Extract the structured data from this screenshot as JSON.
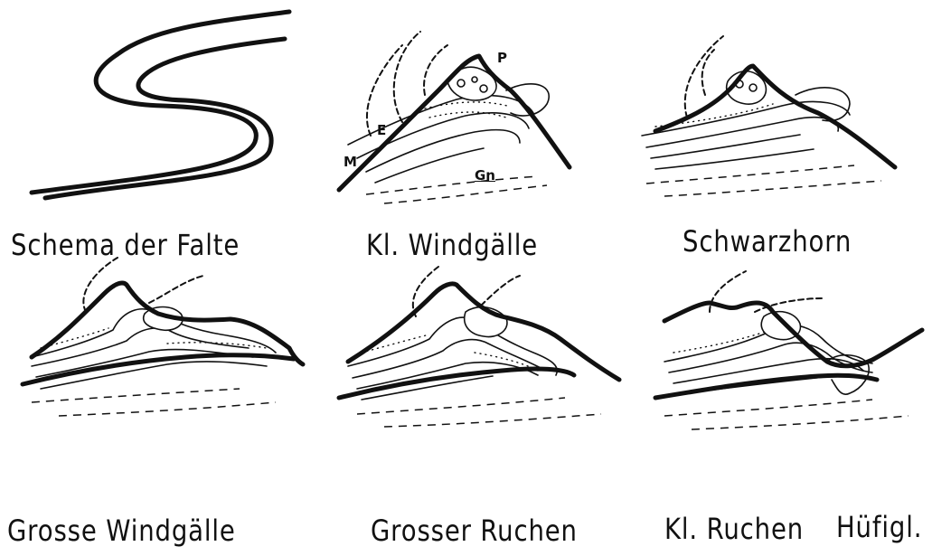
{
  "captions": {
    "schema": "Schema der Falte",
    "kl_windgaelle": "Kl. Windgälle",
    "schwarzhorn": "Schwarzhorn",
    "grosse_windgaelle": "Grosse Windgälle",
    "grosser_ruchen": "Grosser Ruchen",
    "kl_ruchen": "Kl. Ruchen",
    "huefigl": "Hüfigl."
  },
  "labels": {
    "M": "M",
    "E": "E",
    "P": "P",
    "Gn": "Gn"
  }
}
